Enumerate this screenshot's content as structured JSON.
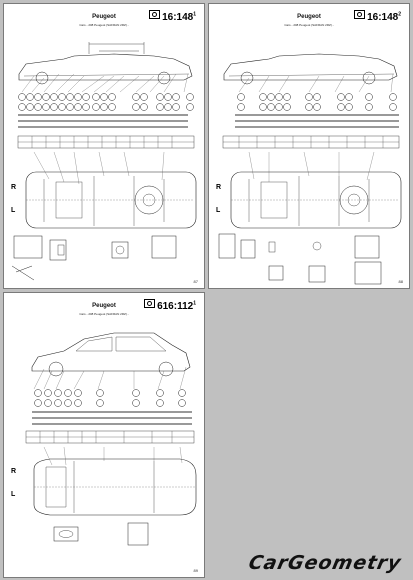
{
  "sheets": [
    {
      "brand": "Peugeot",
      "subtitle": "Cars - 208 Peugeot (SAFRAN 2RZ) -",
      "code": "16:148",
      "sup": "1",
      "page": "87",
      "left_label": "R",
      "right_label": "L"
    },
    {
      "brand": "Peugeot",
      "subtitle": "Cars - 208 Peugeot (SAFRAN 2RZ) -",
      "code": "16:148",
      "sup": "2",
      "page": "88",
      "left_label": "R",
      "right_label": "L"
    },
    {
      "brand": "Peugeot",
      "subtitle": "Cars - 208 Peugeot (SAFRAN 2RZ) -",
      "code": "616:112",
      "sup": "1",
      "page": "89",
      "left_label": "R",
      "right_label": "L"
    }
  ],
  "logo": {
    "text": "CarGeometry"
  }
}
